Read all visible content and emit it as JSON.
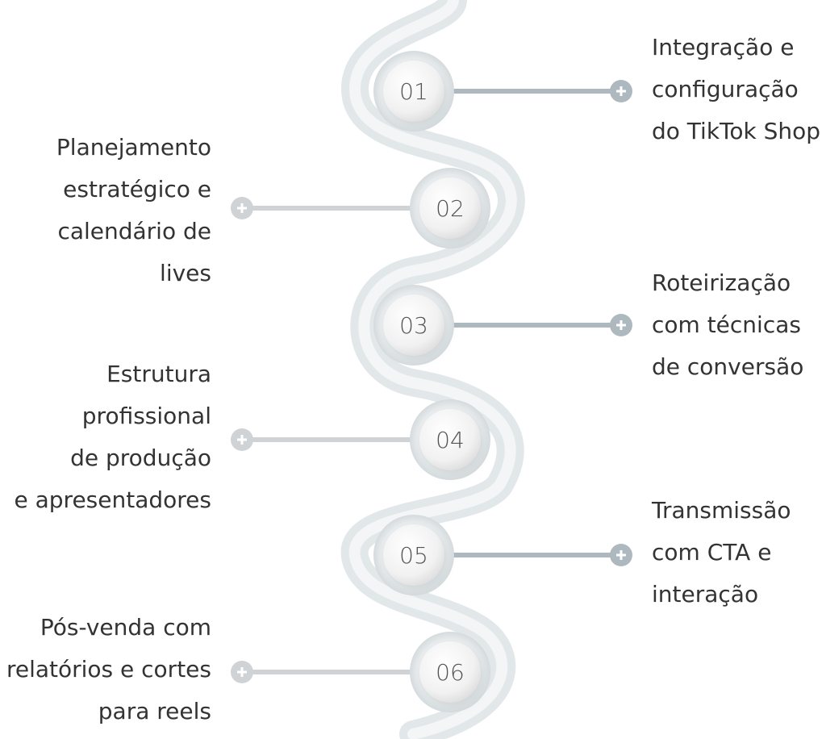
{
  "colors": {
    "path_outer": "#e2e7ea",
    "path_inner": "#f3f5f6",
    "connector_right": "#aeb9bf",
    "connector_left": "#cfd3d5",
    "circle_ring": "#e6eaec",
    "circle_face": "#f4f4f4",
    "text": "#333333",
    "number_text": "#555555"
  },
  "steps": [
    {
      "number": "01",
      "side": "right",
      "lines": [
        "Integração e",
        "configuração",
        "do TikTok Shop"
      ]
    },
    {
      "number": "02",
      "side": "left",
      "lines": [
        "Planejamento",
        "estratégico e",
        "calendário de",
        "lives"
      ]
    },
    {
      "number": "03",
      "side": "right",
      "lines": [
        "Roteirização",
        "com técnicas",
        "de conversão"
      ]
    },
    {
      "number": "04",
      "side": "left",
      "lines": [
        "Estrutura",
        "profissional",
        "de produção",
        "e apresentadores"
      ]
    },
    {
      "number": "05",
      "side": "right",
      "lines": [
        "Transmissão",
        "com CTA e",
        "interação"
      ]
    },
    {
      "number": "06",
      "side": "left",
      "lines": [
        "Pós-venda com",
        "relatórios e cortes",
        "para reels"
      ]
    }
  ]
}
